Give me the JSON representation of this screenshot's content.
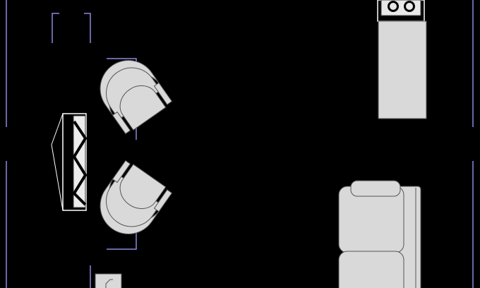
{
  "colors": {
    "background": "#000000",
    "wall": "#8c88e0",
    "fill": "#d9d9d9",
    "stroke": "#555555",
    "lines": "#ffffff"
  },
  "items": [
    "fireplace",
    "armchair",
    "kitchen-counter",
    "stove",
    "sofa",
    "side-table"
  ]
}
